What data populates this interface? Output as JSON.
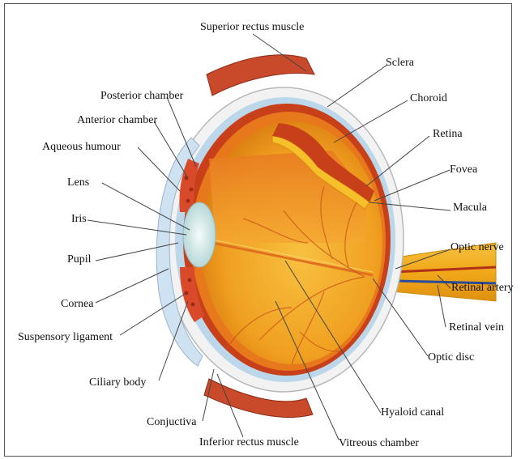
{
  "diagram": {
    "labels": {
      "superior_rectus": "Superior rectus muscle",
      "sclera": "Sclera",
      "choroid": "Choroid",
      "retina": "Retina",
      "fovea": "Fovea",
      "macula": "Macula",
      "optic_nerve": "Optic nerve",
      "retinal_artery": "Retinal artery",
      "retinal_vein": "Retinal vein",
      "optic_disc": "Optic disc",
      "hyaloid_canal": "Hyaloid canal",
      "vitreous_chamber": "Vitreous chamber",
      "inferior_rectus": "Inferior rectus muscle",
      "conjuctiva": "Conjuctiva",
      "ciliary_body": "Ciliary body",
      "suspensory_ligament": "Suspensory ligament",
      "cornea": "Cornea",
      "pupil": "Pupil",
      "iris": "Iris",
      "lens": "Lens",
      "aqueous_humour": "Aqueous humour",
      "anterior_chamber": "Anterior chamber",
      "posterior_chamber": "Posterior chamber"
    },
    "colors": {
      "vitreous": "#f0a020",
      "choroid": "#c8401a",
      "sclera": "#f4f4f4",
      "sclera_blue": "#bcd6ea",
      "lens": "#d8ecec",
      "iris": "#d84a2a",
      "muscle": "#c44a2a",
      "nerve": "#f2b020",
      "leader": "#444444"
    }
  }
}
